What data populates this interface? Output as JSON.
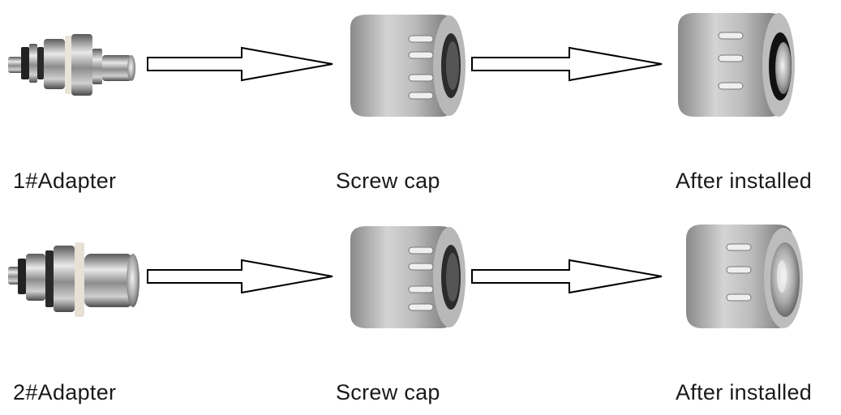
{
  "rows": [
    {
      "adapter_label": "1#Adapter",
      "cap_label": "Screw cap",
      "installed_label": "After installed"
    },
    {
      "adapter_label": "2#Adapter",
      "cap_label": "Screw cap",
      "installed_label": "After installed"
    }
  ],
  "icons": {
    "adapter_1": "adapter-1-image",
    "adapter_2": "adapter-2-image",
    "screw_cap": "screw-cap-image",
    "installed_1": "installed-1-image",
    "installed_2": "installed-2-image",
    "arrow": "outline-right-arrow"
  },
  "colors": {
    "text": "#1a1a1a",
    "metal_light": "#d8d8d8",
    "metal_dark": "#7a7a7a",
    "arrow_stroke": "#000000"
  }
}
